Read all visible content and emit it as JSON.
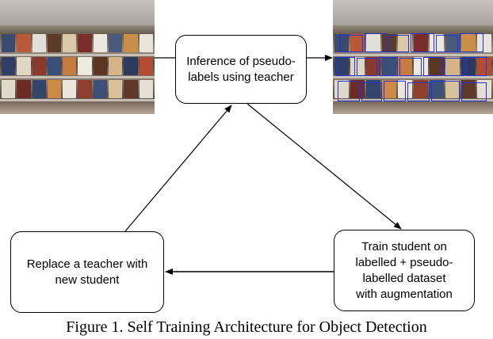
{
  "nodes": {
    "inference": "Inference of pseudo-\nlabels using teacher",
    "train": "Train student on\nlabelled + pseudo-\nlabelled dataset\nwith augmentation",
    "replace": "Replace a teacher with\nnew student"
  },
  "images": {
    "input": "retail shelf photograph",
    "output": "retail shelf photograph with blue pseudo-label boxes"
  },
  "caption": "Figure 1. Self Training Architecture for Object Detection",
  "colors": {
    "detection_box": "#2233dd",
    "stroke": "#000000"
  }
}
